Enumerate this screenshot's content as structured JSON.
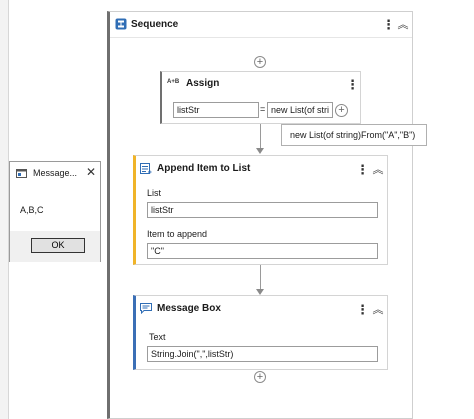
{
  "sequence": {
    "title": "Sequence",
    "icon": "sequence-icon"
  },
  "assign": {
    "title": "Assign",
    "badge": "A+B",
    "to": "listStr",
    "operator": "=",
    "value": "new List(of stri",
    "tooltip": "new List(of string)From(\"A\",\"B\")"
  },
  "append": {
    "title": "Append Item to List",
    "list_label": "List",
    "list_value": "listStr",
    "item_label": "Item to append",
    "item_value": "\"C\""
  },
  "message_box": {
    "title": "Message Box",
    "text_label": "Text",
    "text_value": "String.Join(\",\",listStr)"
  },
  "dialog": {
    "title": "Message...",
    "body": "A,B,C",
    "ok_label": "OK",
    "close_glyph": "✕"
  },
  "glyphs": {
    "kebab": "⋮",
    "collapse": "︽",
    "add": "+"
  },
  "colors": {
    "append_accent": "#f0b429",
    "message_accent": "#3b6fb6",
    "sequence_border": "#6f6f6f"
  }
}
